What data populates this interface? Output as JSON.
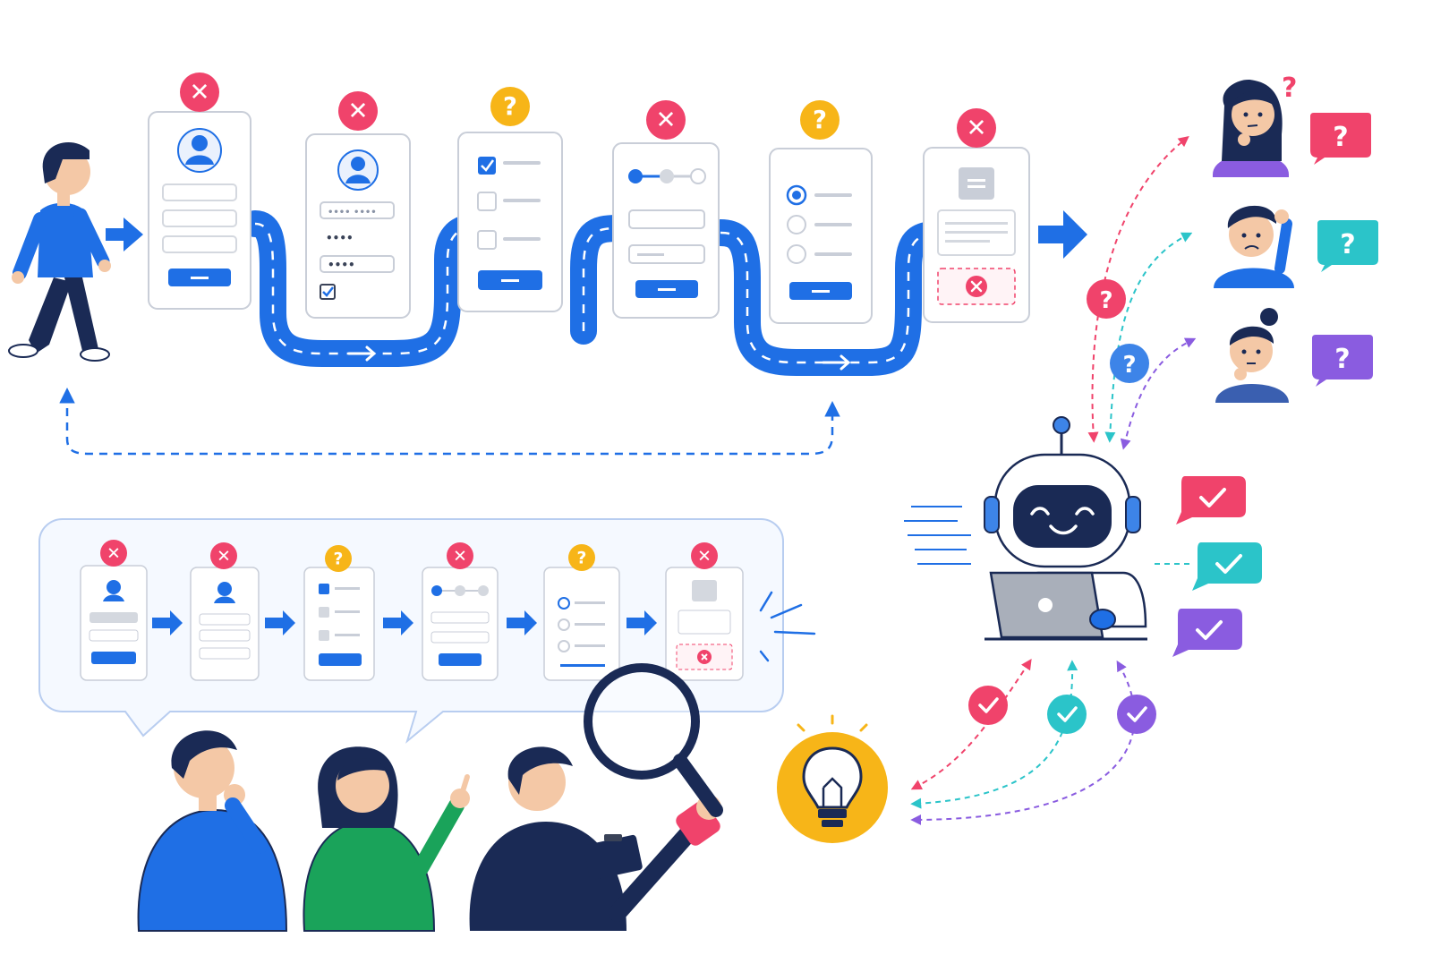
{
  "palette": {
    "blue": "#1f6fe5",
    "dark_blue": "#1a2a55",
    "error_red": "#f0436b",
    "warning_yellow": "#f7b518",
    "teal": "#2bc4c9",
    "purple": "#8a5ce0",
    "card_border": "#c9ced8",
    "field_gray": "#d4d8df",
    "bubble_border": "#b8cdf0",
    "bubble_fill": "#f5f9ff"
  },
  "journey": {
    "steps": [
      {
        "form": "profile",
        "status": "error"
      },
      {
        "form": "login",
        "status": "error"
      },
      {
        "form": "checklist",
        "status": "question"
      },
      {
        "form": "progress",
        "status": "error"
      },
      {
        "form": "radio",
        "status": "question"
      },
      {
        "form": "document",
        "status": "error"
      }
    ]
  },
  "status_glyphs": {
    "error": "✕",
    "question": "?",
    "check": "✓"
  },
  "icons": {
    "user": "walking-user-icon",
    "robot": "ai-assistant-robot-icon",
    "laptop": "laptop-icon",
    "bulb": "lightbulb-icon",
    "magnifier": "magnifying-glass-icon",
    "clipboard": "clipboard-icon",
    "route": "winding-route-icon",
    "arrow": "arrow-right-icon",
    "loop_arrow": "dashed-loop-arrow-icon"
  },
  "confused_users": [
    {
      "bubble_color": "#f0436b"
    },
    {
      "bubble_color": "#2bc4c9"
    },
    {
      "bubble_color": "#8a5ce0"
    }
  ],
  "answers": [
    {
      "color": "#f0436b"
    },
    {
      "color": "#2bc4c9"
    },
    {
      "color": "#8a5ce0"
    }
  ],
  "team": [
    {
      "shirt": "#1f6fe5"
    },
    {
      "shirt": "#1aa35a"
    },
    {
      "shirt": "#1a2a55"
    }
  ]
}
